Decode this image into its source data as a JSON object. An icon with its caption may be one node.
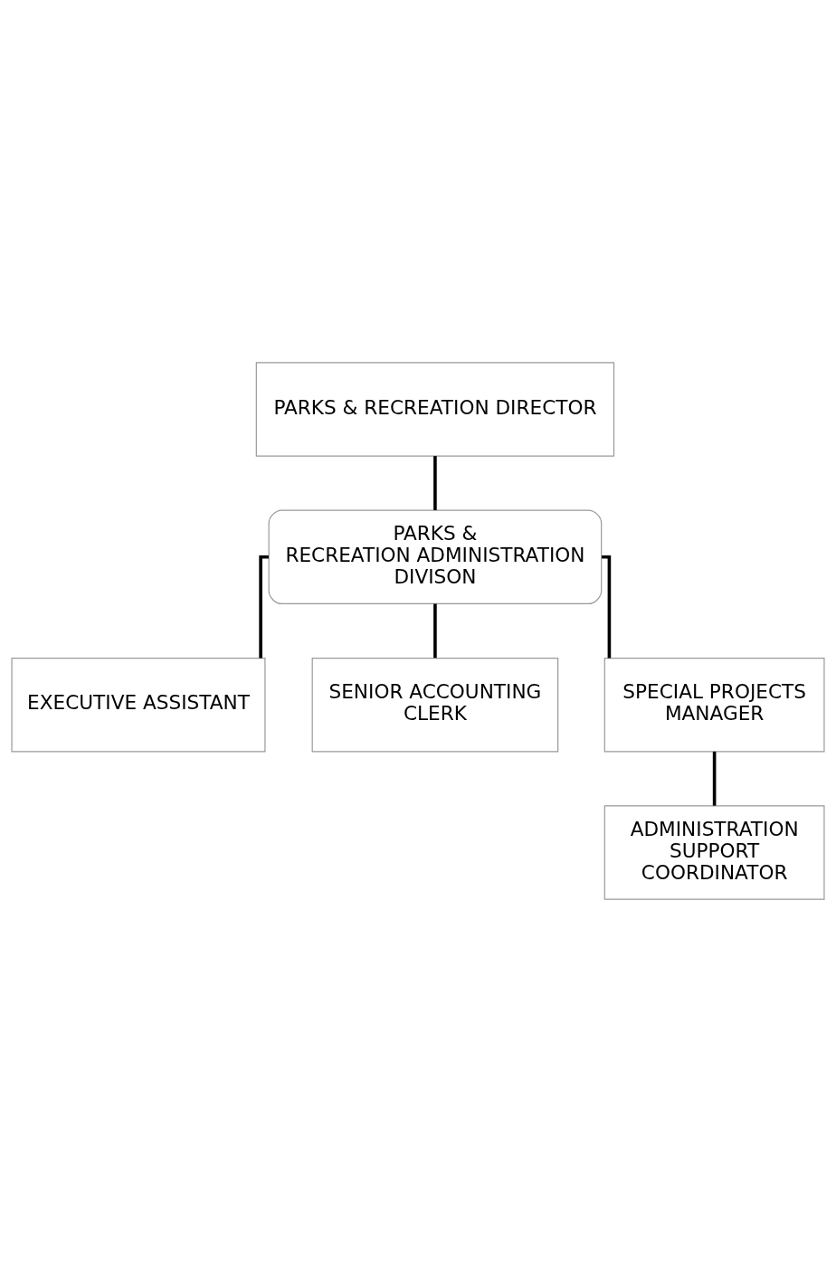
{
  "diagram": {
    "nodes": [
      {
        "text": [
          "PARKS & RECREATION DIRECTOR"
        ]
      },
      {
        "text": [
          "PARKS & RECREATION ADMINISTRATION DIVISON"
        ]
      },
      {
        "text": [
          "EXECUTIVE ASSISTANT"
        ]
      },
      {
        "text": [
          "SENIOR ACCOUNTING CLERK"
        ]
      },
      {
        "text": [
          "SPECIAL PROJECTS MANAGER"
        ]
      },
      {
        "text": [
          "ADMINISTRATION SUPPORT COORDINATOR"
        ]
      }
    ],
    "edges": [
      {
        "from": 0,
        "to": 1,
        "arrow": "none"
      },
      {
        "from": 1,
        "to": 2,
        "arrow": "none"
      },
      {
        "from": 1,
        "to": 3,
        "arrow": "none"
      },
      {
        "from": 1,
        "to": 4,
        "arrow": "none"
      },
      {
        "from": 4,
        "to": 5,
        "arrow": "none"
      }
    ]
  }
}
